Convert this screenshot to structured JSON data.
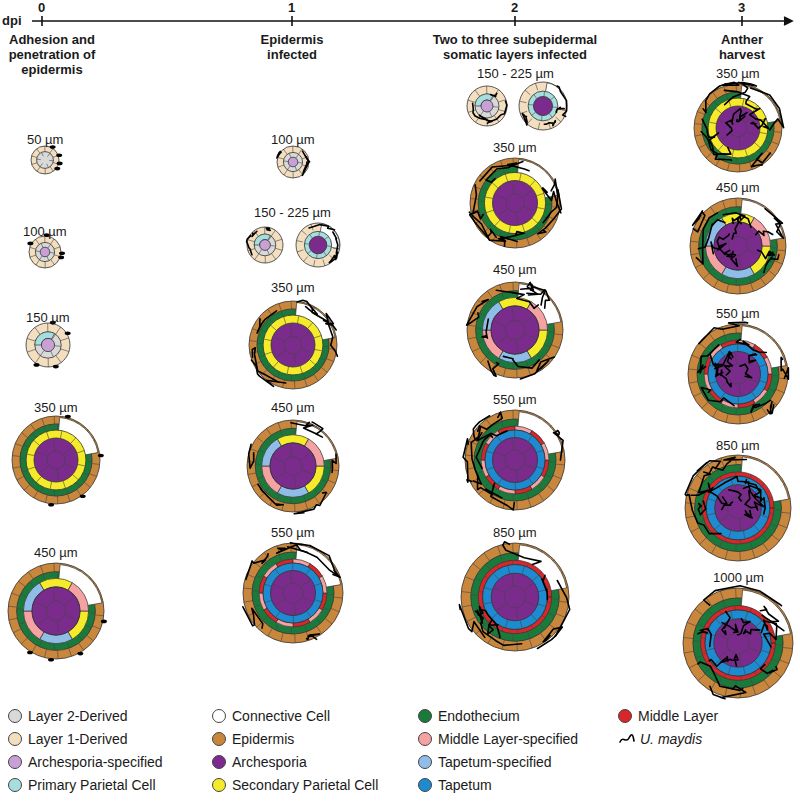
{
  "diagram": {
    "labels": [
      "dpi",
      "0",
      "1",
      "2",
      "3",
      "Adhesion and penetration of epidermis",
      "Epidermis infected",
      "Two to three subepidermal somatic layers infected",
      "Anther harvest",
      "50 µm",
      "100 µm",
      "150 µm",
      "350 µm",
      "450 µm",
      "100 µm",
      "150 - 225 µm",
      "350 µm",
      "450 µm",
      "550 µm",
      "150 - 225 µm",
      "350 µm",
      "450 µm",
      "550 µm",
      "850 µm",
      "350 µm",
      "450 µm",
      "550 µm",
      "850 µm",
      "1000 µm"
    ],
    "legend": [
      {
        "text": "Layer 2-Derived",
        "color": "#d9d9d9"
      },
      {
        "text": "Connective Cell",
        "color": "#ffffff"
      },
      {
        "text": "Endothecium",
        "color": "#1a7a3c"
      },
      {
        "text": "Middle Layer",
        "color": "#d8262a"
      },
      {
        "text": "Layer 1-Derived",
        "color": "#f3dfbf"
      },
      {
        "text": "Epidermis",
        "color": "#c8873c"
      },
      {
        "text": "Middle Layer-specified",
        "color": "#f4a2a2"
      },
      {
        "text": "U. maydis"
      },
      {
        "text": "Archesporia-specified",
        "color": "#c9a0d6"
      },
      {
        "text": "Archesporia",
        "color": "#7a2b8c"
      },
      {
        "text": "Tapetum-specified",
        "color": "#8fbde8"
      },
      {
        "text": "Primary Parietal Cell",
        "color": "#a6dede"
      },
      {
        "text": "Secondary Parietal Cell",
        "color": "#f5eb2a"
      },
      {
        "text": "Tapetum",
        "color": "#1e8ad0"
      }
    ]
  }
}
